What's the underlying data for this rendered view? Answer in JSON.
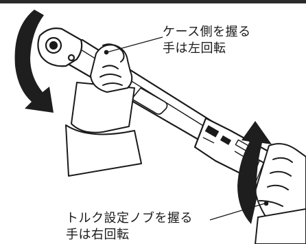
{
  "labels": {
    "case_hand": {
      "line1": "ケース側を握る",
      "line2": "手は左回転"
    },
    "knob_hand": {
      "line1": "トルク設定ノブを握る",
      "line2": "手は右回転"
    }
  },
  "colors": {
    "ink": "#1a1a1a",
    "arrow": "#1e1e1e",
    "topbar": "#2b2b2b",
    "background": "#ffffff"
  },
  "icons": {
    "left_rotation": "counterclockwise-arrow-icon",
    "right_rotation": "clockwise-arrow-icon"
  }
}
